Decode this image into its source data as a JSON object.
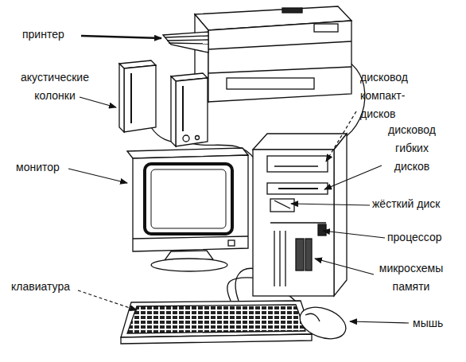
{
  "diagram": {
    "labels": [
      "принтер",
      "акустические колонки",
      "монитор",
      "клавиатура",
      "дисковод компакт-дисков",
      "дисковод гибких дисков",
      "жёсткий диск",
      "процессор",
      "микросхемы памяти",
      "мышь"
    ]
  }
}
